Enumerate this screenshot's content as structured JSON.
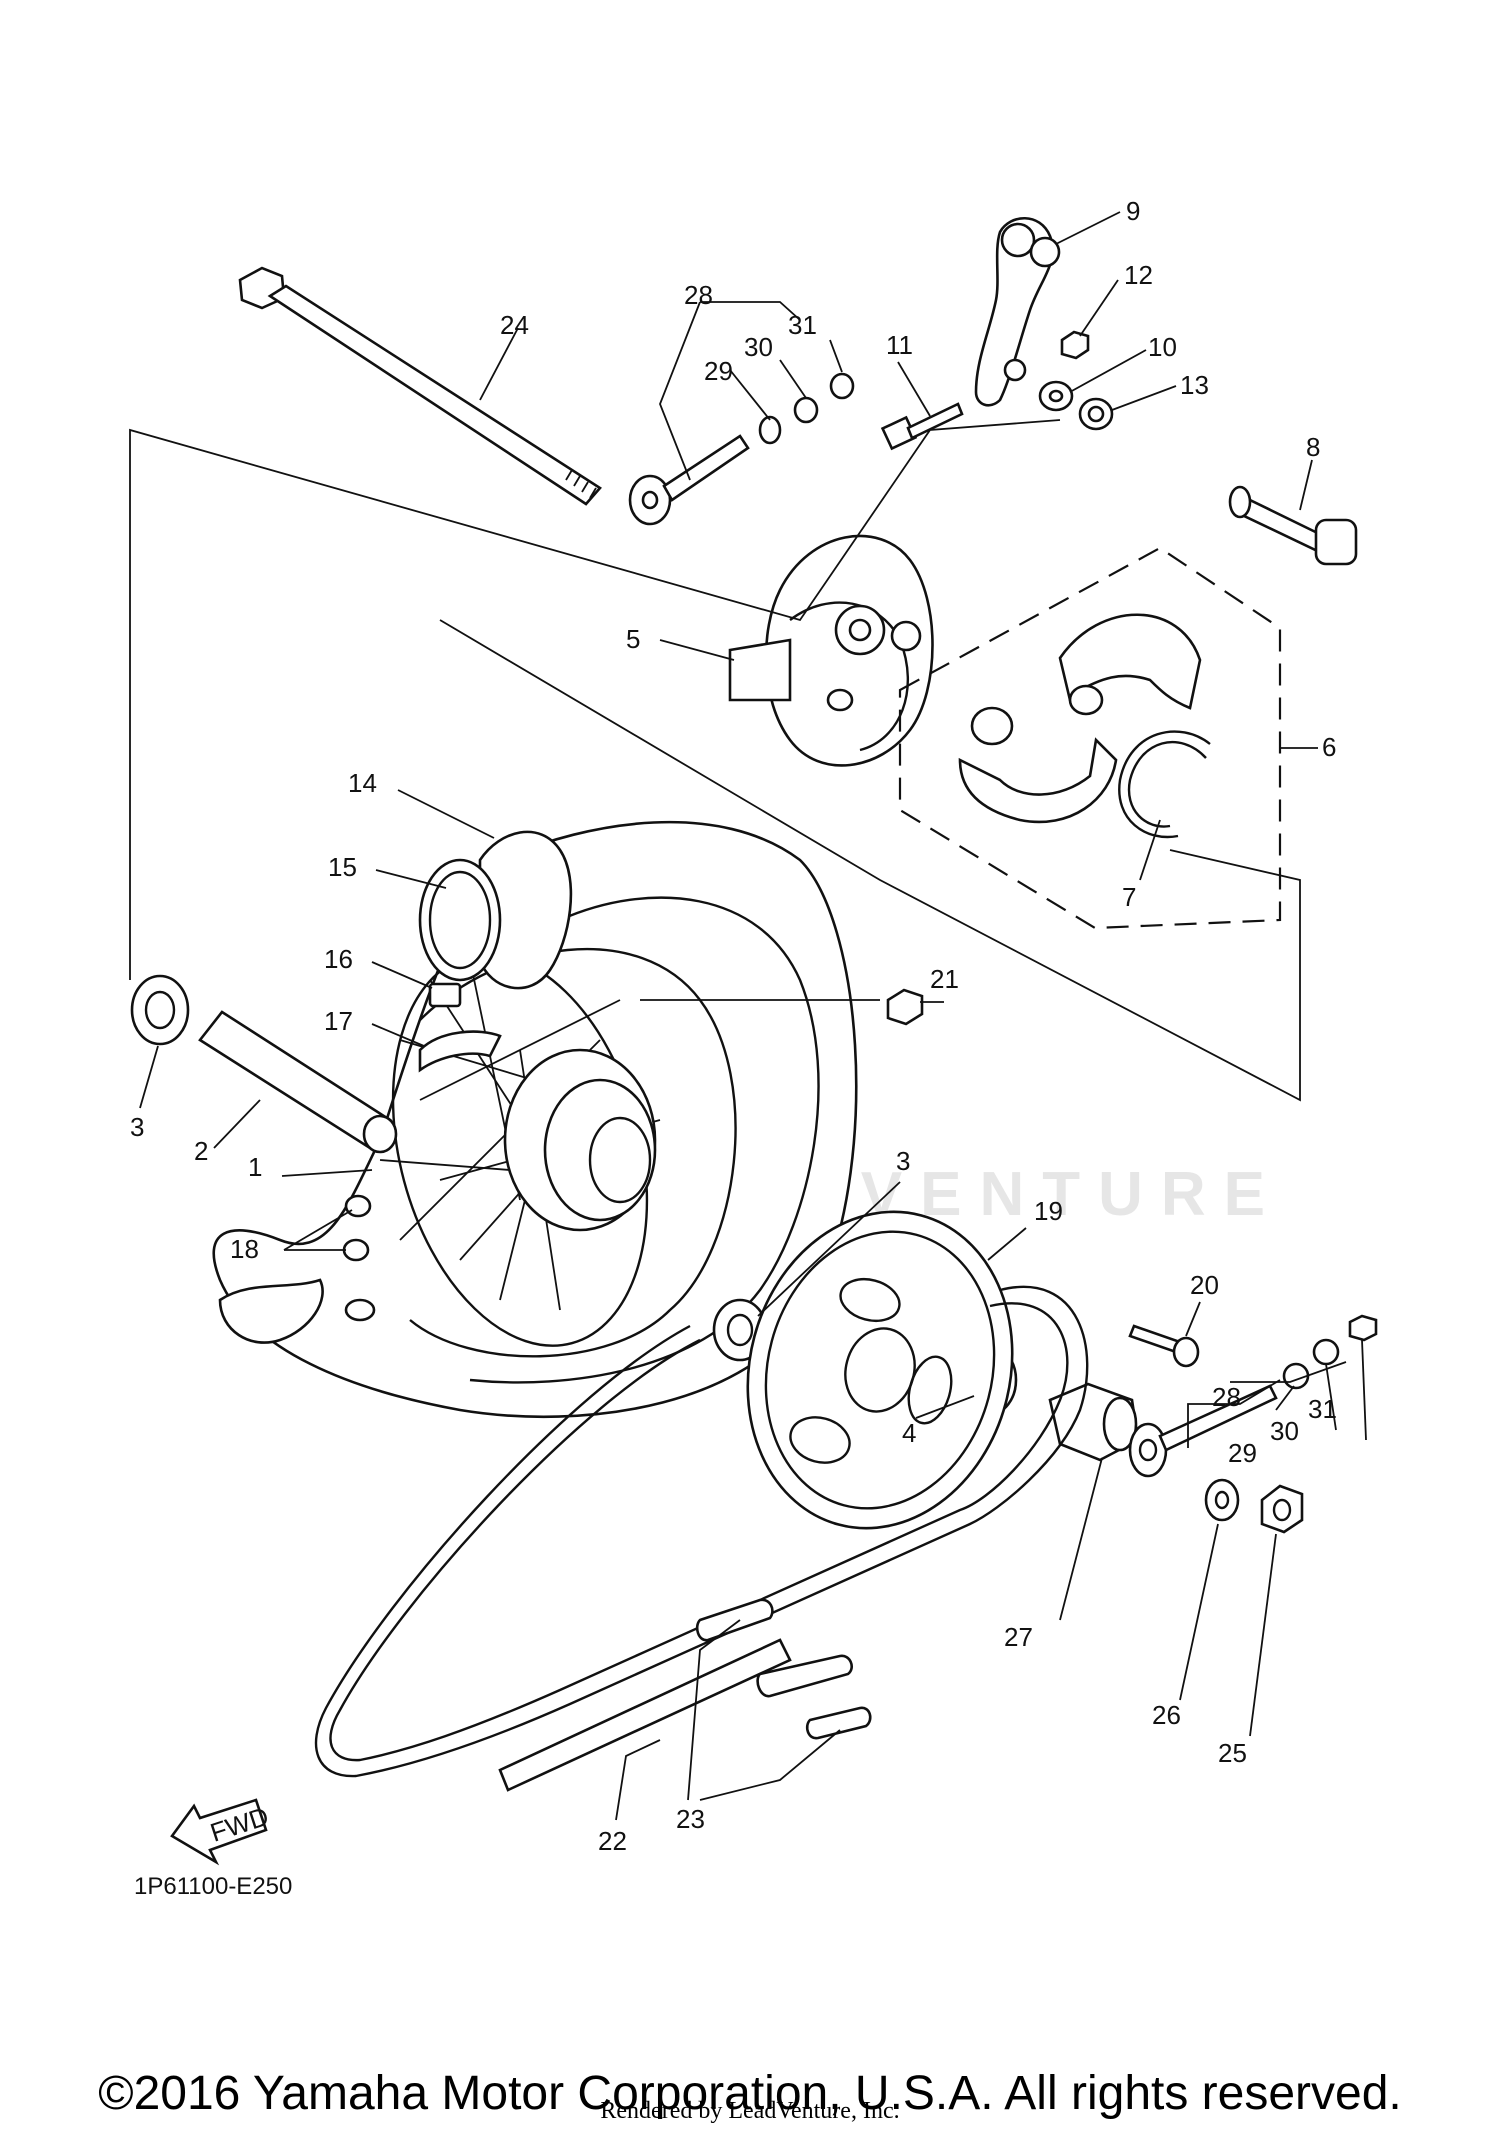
{
  "diagram": {
    "part_labels": [
      {
        "id": "label-1",
        "text": "1"
      },
      {
        "id": "label-2",
        "text": "2"
      },
      {
        "id": "label-3a",
        "text": "3"
      },
      {
        "id": "label-3b",
        "text": "3"
      },
      {
        "id": "label-4",
        "text": "4"
      },
      {
        "id": "label-5",
        "text": "5"
      },
      {
        "id": "label-6",
        "text": "6"
      },
      {
        "id": "label-7",
        "text": "7"
      },
      {
        "id": "label-8",
        "text": "8"
      },
      {
        "id": "label-9",
        "text": "9"
      },
      {
        "id": "label-10",
        "text": "10"
      },
      {
        "id": "label-11",
        "text": "11"
      },
      {
        "id": "label-12",
        "text": "12"
      },
      {
        "id": "label-13",
        "text": "13"
      },
      {
        "id": "label-14",
        "text": "14"
      },
      {
        "id": "label-15",
        "text": "15"
      },
      {
        "id": "label-16",
        "text": "16"
      },
      {
        "id": "label-17",
        "text": "17"
      },
      {
        "id": "label-18",
        "text": "18"
      },
      {
        "id": "label-19",
        "text": "19"
      },
      {
        "id": "label-20",
        "text": "20"
      },
      {
        "id": "label-21",
        "text": "21"
      },
      {
        "id": "label-22",
        "text": "22"
      },
      {
        "id": "label-23",
        "text": "23"
      },
      {
        "id": "label-24",
        "text": "24"
      },
      {
        "id": "label-25",
        "text": "25"
      },
      {
        "id": "label-26",
        "text": "26"
      },
      {
        "id": "label-27",
        "text": "27"
      },
      {
        "id": "label-28a",
        "text": "28"
      },
      {
        "id": "label-28b",
        "text": "28"
      },
      {
        "id": "label-29a",
        "text": "29"
      },
      {
        "id": "label-29b",
        "text": "29"
      },
      {
        "id": "label-30a",
        "text": "30"
      },
      {
        "id": "label-30b",
        "text": "30"
      },
      {
        "id": "label-31a",
        "text": "31"
      },
      {
        "id": "label-31b",
        "text": "31"
      }
    ],
    "fwd_label": "FWD",
    "diagram_code": "1P61100-E250",
    "watermark": "LEADVENTURE"
  },
  "footer": {
    "copyright": "©2016 Yamaha Motor Corporation, U.S.A. All rights reserved.",
    "rendered_by": "Rendered by LeadVenture, Inc."
  }
}
